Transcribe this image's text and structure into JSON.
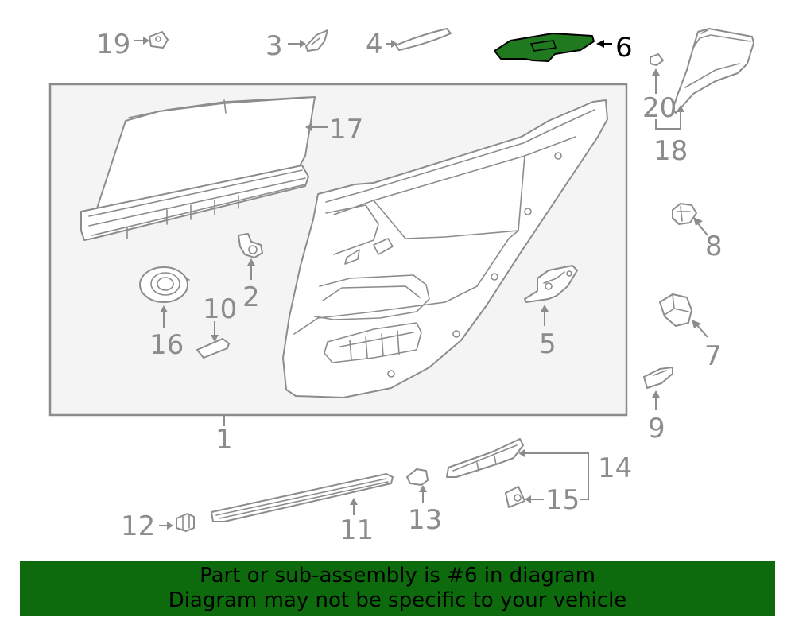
{
  "diagram": {
    "labels": [
      "19",
      "3",
      "4",
      "6",
      "20",
      "18",
      "17",
      "8",
      "2",
      "10",
      "16",
      "5",
      "7",
      "9",
      "1",
      "14",
      "15",
      "12",
      "11",
      "13"
    ],
    "highlighted_part": "6"
  },
  "banner": {
    "line1": "Part or sub-assembly is #6 in diagram",
    "line2": "Diagram may not be specific to your vehicle"
  },
  "colors": {
    "highlight": "#1f7a1f",
    "banner": "#0d6a0d",
    "line": "#8c8c8c",
    "panel_bg": "#f4f4f4"
  }
}
